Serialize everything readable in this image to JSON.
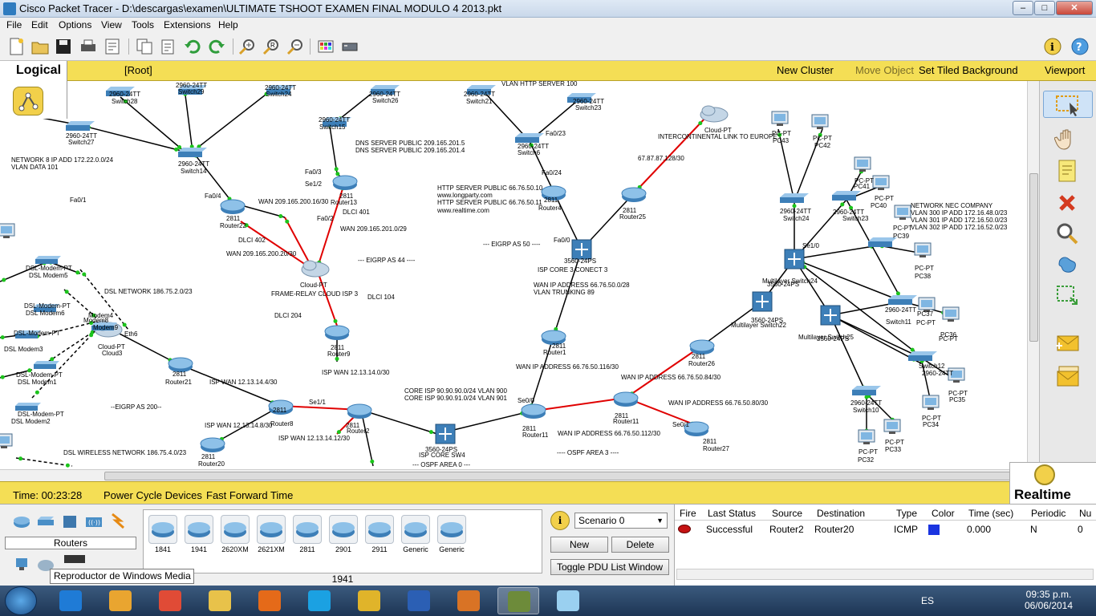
{
  "window": {
    "title": "Cisco Packet Tracer - D:\\descargas\\examen\\ULTIMATE TSHOOT EXAMEN FINAL MODULO 4 2013.pkt",
    "buttons": [
      "minimize",
      "maximize",
      "close"
    ]
  },
  "menu": [
    "File",
    "Edit",
    "Options",
    "View",
    "Tools",
    "Extensions",
    "Help"
  ],
  "toolbar_icons": [
    "new-icon",
    "open-icon",
    "save-icon",
    "print-icon",
    "activity-wizard-icon",
    "copy-icon",
    "paste-icon",
    "undo-icon",
    "redo-icon",
    "zoom-in-icon",
    "zoom-reset-icon",
    "zoom-out-icon",
    "palette-icon",
    "custom-device-icon",
    "help-icon",
    "network-info-icon"
  ],
  "logical_bar": {
    "tab": "Logical",
    "root": "[Root]",
    "new_cluster": "New Cluster",
    "move_object": "Move Object",
    "tiled_bg": "Set Tiled Background",
    "viewport": "Viewport"
  },
  "canvas_labels": [
    "2960-24TT",
    "Switch28",
    "2960-24TT",
    "Switch29",
    "2960-24TT",
    "Switch24",
    "2960-24TT",
    "Switch26",
    "2960-24TT",
    "Switch27",
    "2960-24TT",
    "Switch15",
    "2960-24TT",
    "Switch14",
    "2960-24TT",
    "Switch21",
    "2960-24TT",
    "Switch23",
    "2960-24TT",
    "Switch6",
    "VLAN HTTP SERVER 100",
    "NETWORK 8 IP ADD 172.22.0.0/24",
    "VLAN DATA 101",
    "DNS SERVER PUBLIC 209.165.201.5",
    "DNS SERVER PUBLIC 209.165.201.4",
    "HTTP SERVER PUBLIC 66.76.50.10",
    "www.longparty.com",
    "HTTP SERVER PUBLIC 66.76.50.11",
    "www.realtime.com",
    "Cloud-PT",
    "INTERCONTINENTAL LINK TO EUROPE",
    "67.87.87.128/30",
    "2811",
    "Router22",
    "2811",
    "Router13",
    "2811",
    "Router4",
    "2811",
    "Router25",
    "WAN 209.165.200.16/30",
    "DLCI 401",
    "WAN 209.165.201.0/29",
    "DLCI 402",
    "WAN 209.165.200.20/30",
    "--- EIGRP AS 44 ----",
    "--- EIGRP AS 50 ----",
    "Cloud-PT",
    "FRAME-RELAY CLOUD ISP 3",
    "DLCI 104",
    "DLCI 204",
    "3560-24PS",
    "ISP CORE 3 CONECT 3",
    "WAN IP ADDRESS 66.76.50.0/28",
    "VLAN TRUNKING 89",
    "DSL NETWORK 186.75.2.0/23",
    "DSL-Modem-PT",
    "DSL Modem5",
    "DSL-Modem-PT",
    "DSL Modem6",
    "DSL-Modem-PT",
    "DSL Modem3",
    "DSL-Modem-PT",
    "DSL Modem1",
    "DSL-Modem-PT",
    "DSL Modem2",
    "Modem4",
    "Modem8",
    "Modem9",
    "Cloud-PT",
    "Cloud3",
    "Eth6",
    "2811",
    "Router21",
    "2811",
    "Router9",
    "2811",
    "Router1",
    "2811",
    "Router26",
    "ISP WAN 12.13.14.0/30",
    "ISP WAN 12.13.14.4/30",
    "ISP WAN 12.13.14.8/30",
    "ISP WAN 12.13.14.12/30",
    "--EIGRP AS 200--",
    "DSL WIRELESS NETWORK 186.75.4.0/23",
    "2811",
    "Router8",
    "2811",
    "Router2",
    "2811",
    "Router20",
    "CORE ISP 90.90.90.0/24 VLAN 900",
    "CORE ISP 90.90.91.0/24 VLAN 901",
    "3560-24PS",
    "ISP CORE SW4",
    "--- OSPF AREA 0 ---",
    "WAN IP ADDRESS 66.76.50.116/30",
    "WAN IP ADDRESS 66.76.50.84/30",
    "WAN IP ADDRESS 66.76.50.80/30",
    "WAN IP ADDRESS 66.76.50.112/30",
    "---- OSPF AREA 3 ----",
    "2811",
    "Router11",
    "2811",
    "Router27",
    "2811",
    "Router11",
    "3560-24PS",
    "Multilayer Switch22",
    "3560-24PS",
    "Multilayer Switch24",
    "3560-24PS",
    "Multilayer Switch25",
    "2960-24TT",
    "Switch24",
    "2960-24TT",
    "Switch23",
    "2960-24TT",
    "Switch11",
    "2960-24TT",
    "Switch12",
    "2960-24TT",
    "Switch10",
    "PC-PT",
    "PC43",
    "PC-PT",
    "PC42",
    "PC-PT",
    "PC41",
    "PC-PT",
    "PC40",
    "PC-PT",
    "PC39",
    "PC-PT",
    "PC38",
    "PC-PT",
    "PC37",
    "PC-PT",
    "PC36",
    "PC-PT",
    "PC35",
    "PC-PT",
    "PC34",
    "PC-PT",
    "PC33",
    "PC-PT",
    "PC32",
    "NETWORK NEC COMPANY",
    "VLAN 300 IP ADD 172.16.48.0/23",
    "VLAN 301 IP ADD 172.16.50.0/23",
    "VLAN 302 IP ADD 172.16.52.0/23",
    "Fa0/1",
    "Fa0/2",
    "Fa0/3",
    "Fa0/4",
    "Fa0/23",
    "Fa0/24",
    "Fa0/0",
    "Se1/0",
    "Se1/1",
    "Se0/0",
    "Se0/1",
    "Se1/2"
  ],
  "statusbar": {
    "time": "Time: 00:23:28",
    "power_cycle": "Power Cycle Devices",
    "fast_forward": "Fast Forward Time",
    "mode": "Realtime"
  },
  "device_panel": {
    "category": "Routers",
    "devices": [
      "1841",
      "1941",
      "2620XM",
      "2621XM",
      "2811",
      "2901",
      "2911",
      "Generic",
      "Generic"
    ],
    "selected_model": "1941",
    "tooltip": "Reproductor de Windows Media"
  },
  "scenario": {
    "select": "Scenario 0",
    "new": "New",
    "delete": "Delete",
    "toggle": "Toggle PDU List Window"
  },
  "pdu": {
    "headers": [
      "Fire",
      "Last Status",
      "Source",
      "Destination",
      "Type",
      "Color",
      "Time (sec)",
      "Periodic",
      "Nu"
    ],
    "rows": [
      {
        "status": "Successful",
        "source": "Router2",
        "destination": "Router20",
        "type": "ICMP",
        "color": "#1a34e0",
        "time": "0.000",
        "periodic": "N",
        "num": "0"
      }
    ]
  },
  "taskbar": {
    "apps": [
      "internet-explorer-icon",
      "windows-media-player-icon",
      "chrome-icon",
      "file-explorer-icon",
      "firefox-icon",
      "skype-icon",
      "mirc-icon",
      "word-icon",
      "app-icon",
      "packet-tracer-icon",
      "generic-app-icon"
    ],
    "lang": "ES",
    "time": "09:35 p.m.",
    "date": "06/06/2014"
  }
}
